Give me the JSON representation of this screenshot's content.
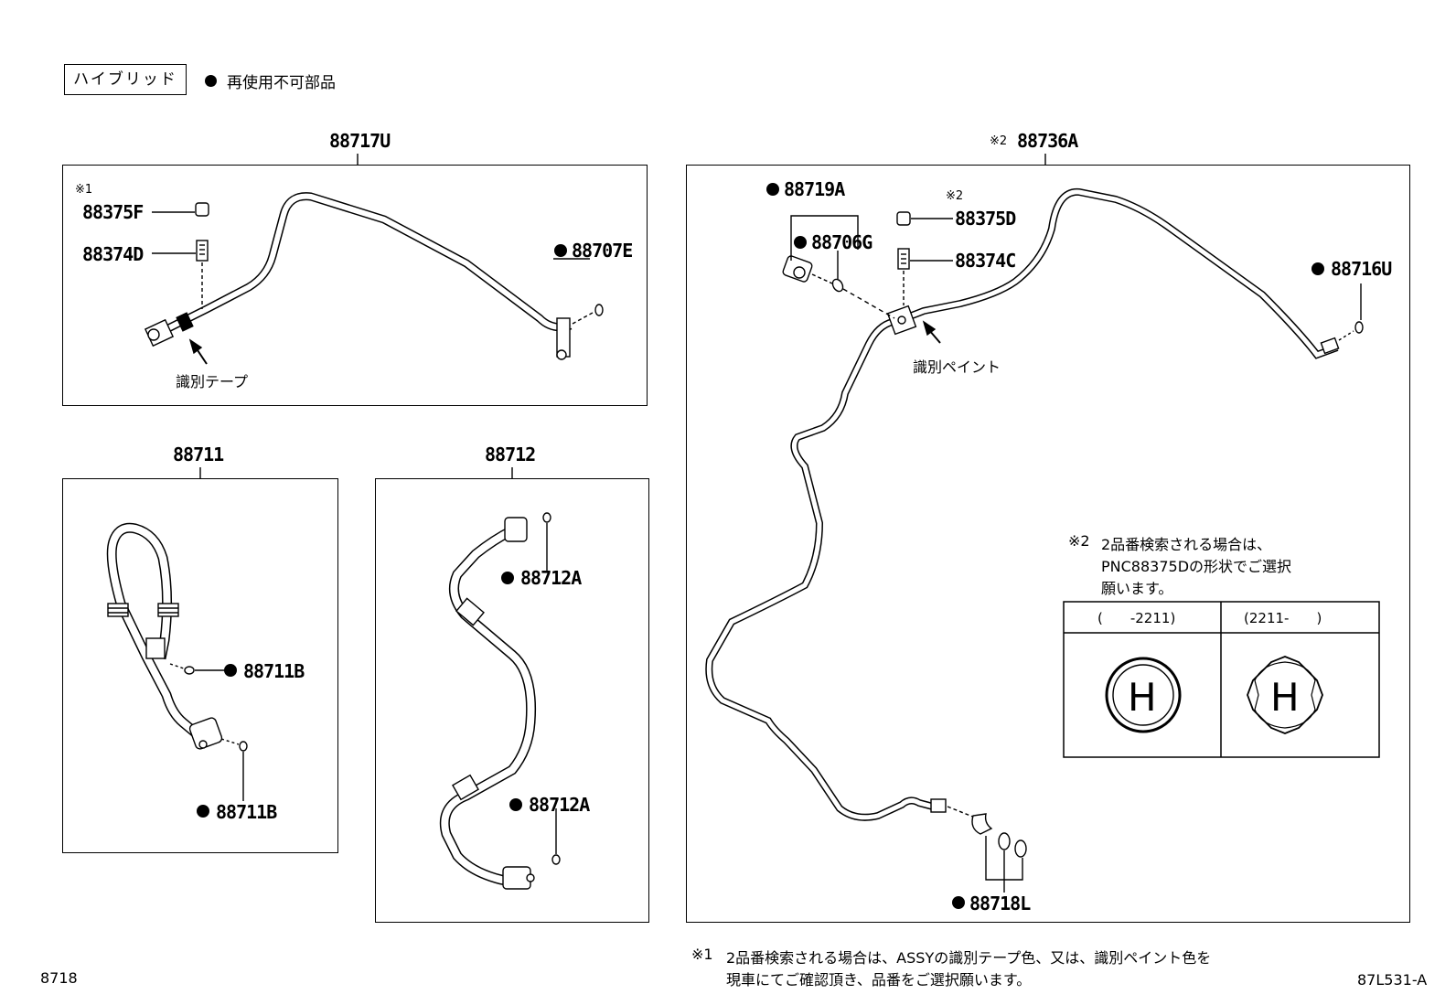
{
  "legend": {
    "hybrid_label": "ハイブリッド",
    "non_reusable_label": "再使用不可部品"
  },
  "panels": {
    "p88717U": {
      "title": "88717U",
      "labels": {
        "mark1": "※1",
        "cap": "88375F",
        "valve": "88374D",
        "oring": "88707E",
        "tape": "識別テープ"
      }
    },
    "p88711": {
      "title": "88711",
      "labels": {
        "oring_top": "88711B",
        "oring_bottom": "88711B"
      }
    },
    "p88712": {
      "title": "88712",
      "labels": {
        "oring_top": "88712A",
        "oring_bottom": "88712A"
      }
    },
    "p88736A": {
      "title_mark": "※2",
      "title": "88736A",
      "labels": {
        "assy": "88719A",
        "oring": "88706G",
        "mark2": "※2",
        "cap": "88375D",
        "valve": "88374C",
        "oring_right": "88716U",
        "paint": "識別ペイント",
        "oring_bottom": "88718L"
      },
      "note": {
        "mark": "※2",
        "lines": [
          "2品番検索される場合は、",
          "PNC88375Dの形状でご選択",
          "願います。"
        ]
      },
      "cap_table": {
        "col1": "(　　-2211)",
        "col2": "(2211-　　)",
        "glyph": "H"
      }
    }
  },
  "footnote": {
    "mark": "※1",
    "lines": [
      "2品番検索される場合は、ASSYの識別テープ色、又は、識別ペイント色を",
      "現車にてご確認頂き、品番をご選択願います。"
    ]
  },
  "page_code_left": "8718",
  "page_code_right": "87L531-A"
}
